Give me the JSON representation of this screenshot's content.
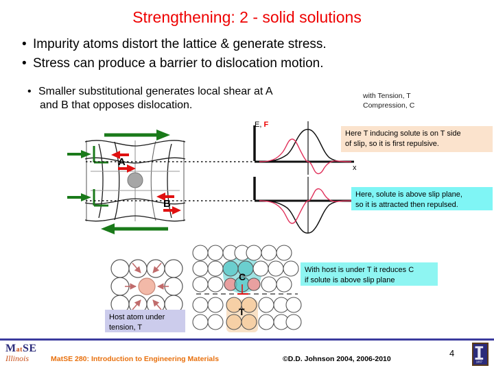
{
  "slide": {
    "title": "Strengthening: 2 - solid solutions",
    "title_color": "#ee0000",
    "page_number": "4"
  },
  "bullets": [
    {
      "marker": "•",
      "text": "Impurity atoms distort the lattice & generate stress."
    },
    {
      "marker": "•",
      "text": "Stress can produce a barrier to dislocation motion."
    }
  ],
  "sub_bullet": {
    "marker": "•",
    "line1": "Smaller substitutional generates local shear at A",
    "line2": "and B that opposes dislocation."
  },
  "notes": {
    "tension_line1": "with Tension, T",
    "tension_line2": "Compression, C"
  },
  "callouts": {
    "peach": {
      "line1": "Here T inducing  solute is on T side",
      "line2": "of slip, so it is first repulsive.",
      "color": "#fbe3cd"
    },
    "cyan_upper": {
      "line1": "Here, solute is above slip plane,",
      "line2": "so it is attracted then repulsed.",
      "color": "#7ff5f5"
    },
    "cyan_lower": {
      "line1": "With  host is under T it reduces C",
      "line2": "if solute is above slip plane",
      "color": "#8ef5f2"
    },
    "lavender": {
      "line1": "Host atom under",
      "line2": "tension, T",
      "color": "#ccccec"
    }
  },
  "graph": {
    "y_axis_label_black": "E,",
    "y_axis_label_red": "F",
    "x_axis_label": "x",
    "curve_black_color": "#111111",
    "curve_red_color": "#e0305a"
  },
  "lattice_diagram": {
    "label_a": "A",
    "label_b": "B",
    "arrow_shear_color": "#1a7a1a",
    "arrow_local_color": "#e01010",
    "solute_color": "#a6a6a6",
    "dislocation_symbol": "⊥"
  },
  "atom_diagrams": {
    "host_center_label": "",
    "compression_label": "C",
    "tension_label": "T",
    "compression_color": "#7fd9d9",
    "tension_color": "#f7d9b8",
    "host_center_color": "#f2b9a8",
    "atom_outline_color": "#555555"
  },
  "footer": {
    "course": "MatSE 280: Introduction to Engineering Materials",
    "copyright": "©D.D. Johnson 2004, 2006-2010",
    "logo_mse_m": "M",
    "logo_mse_at": "at",
    "logo_mse_se": "SE",
    "logo_illinois": "Illinois",
    "logo_block_i": "I",
    "logo_block_year": "1867",
    "rule_color": "#3b3b9e",
    "course_color": "#e8700d"
  }
}
